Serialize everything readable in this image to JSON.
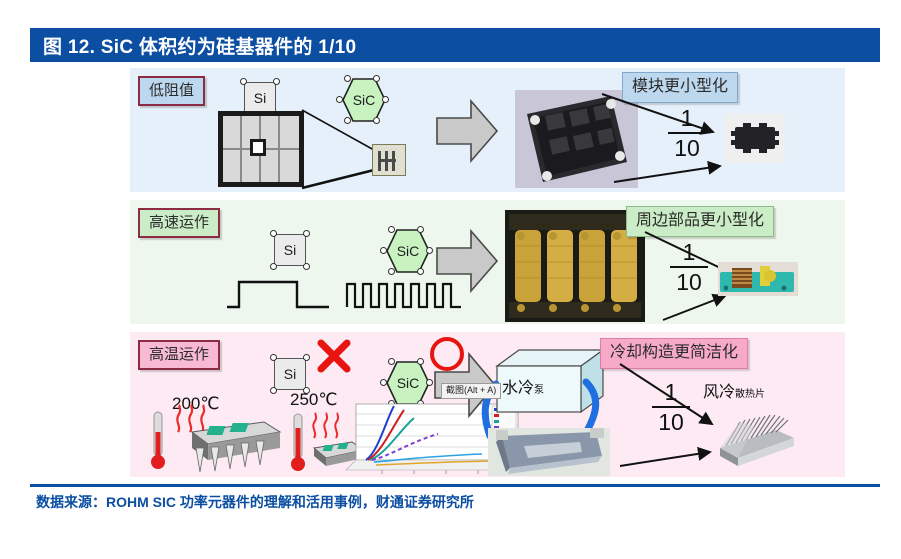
{
  "figure": {
    "title": "图 12. SiC 体积约为硅基器件的 1/10",
    "title_bg": "#0b4ea2",
    "title_color": "#ffffff"
  },
  "rows": [
    {
      "id": "low-resistance",
      "tag": "低阻值",
      "tag_bg": "#bcd7ee",
      "bg": "#e6f0fa",
      "si_label": "Si",
      "sic_label": "SiC",
      "result_tag": "模块更小型化",
      "result_tag_bg": "#bcd7ee",
      "ratio_numerator": "1",
      "ratio_denominator": "10"
    },
    {
      "id": "high-speed",
      "tag": "高速运作",
      "tag_bg": "#caecc6",
      "bg": "#eef7ee",
      "si_label": "Si",
      "sic_label": "SiC",
      "result_tag": "周边部品更小型化",
      "result_tag_bg": "#caecc6",
      "ratio_numerator": "1",
      "ratio_denominator": "10"
    },
    {
      "id": "high-temperature",
      "tag": "高温运作",
      "tag_bg": "#f7b9d4",
      "bg": "#fdeaf3",
      "si_label": "Si",
      "sic_label": "SiC",
      "result_tag": "冷却构造更简洁化",
      "result_tag_bg": "#f7a9c8",
      "ratio_numerator": "1",
      "ratio_denominator": "10",
      "si_temp": "200℃",
      "sic_temp": "250℃",
      "si_mark": "✕",
      "sic_mark": "○",
      "water_cooling_label": "水冷",
      "water_cooling_sub": "泵",
      "air_cooling_label": "风冷",
      "air_cooling_sub": "散热片"
    }
  ],
  "tooltip": {
    "text": "截图(Alt + A)"
  },
  "footer": {
    "source": "数据来源：ROHM SIC 功率元器件的理解和活用事例，财通证券研究所",
    "color": "#0b4ea2"
  }
}
